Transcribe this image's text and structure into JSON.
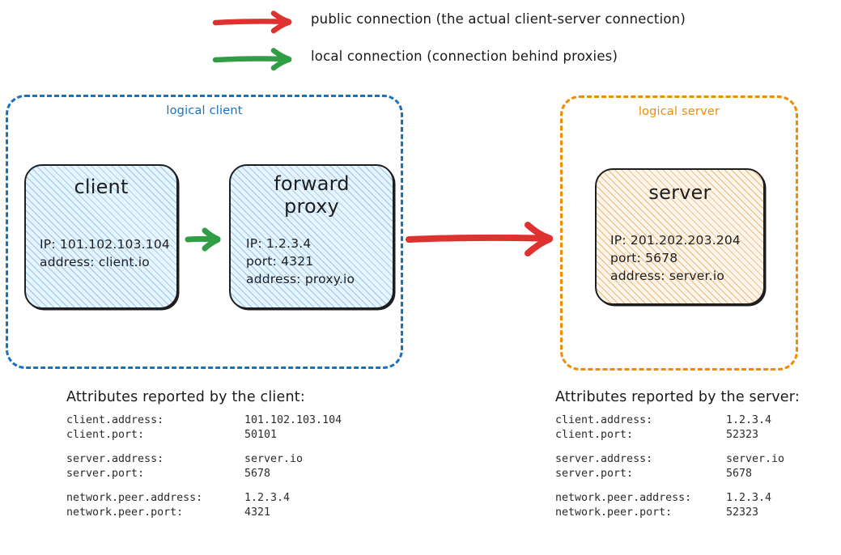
{
  "legend": {
    "rows": [
      {
        "icon": "red-arrow-icon",
        "color": "#e03131",
        "label": "public connection (the actual client-server connection)"
      },
      {
        "icon": "green-arrow-icon",
        "color": "#2f9e44",
        "label": "local connection (connection behind proxies)"
      }
    ]
  },
  "groups": {
    "client": {
      "label": "logical client",
      "color": "#1971c2"
    },
    "server": {
      "label": "logical server",
      "color": "#f08c00"
    }
  },
  "nodes": {
    "client": {
      "title": "client",
      "lines": [
        "IP: 101.102.103.104",
        "address: client.io"
      ],
      "fill": "#e7f5ff"
    },
    "proxy": {
      "title": "forward\nproxy",
      "lines": [
        "IP: 1.2.3.4",
        "port: 4321",
        "address: proxy.io"
      ],
      "fill": "#e7f5ff"
    },
    "server": {
      "title": "server",
      "lines": [
        "IP: 201.202.203.204",
        "port: 5678",
        "address: server.io"
      ],
      "fill": "#fdf6ec"
    }
  },
  "flows": {
    "local": {
      "icon": "green-arrow-icon",
      "color": "#2f9e44"
    },
    "public": {
      "icon": "red-arrow-icon",
      "color": "#e03131"
    }
  },
  "attributes": {
    "client": {
      "heading": "Attributes reported by the client:",
      "rows": [
        {
          "key": "client.address:",
          "value": "101.102.103.104"
        },
        {
          "key": "client.port:",
          "value": "50101"
        },
        {
          "key": "server.address:",
          "value": "server.io"
        },
        {
          "key": "server.port:",
          "value": "5678"
        },
        {
          "key": "network.peer.address:",
          "value": "1.2.3.4"
        },
        {
          "key": "network.peer.port:",
          "value": "4321"
        }
      ]
    },
    "server": {
      "heading": "Attributes reported by the server:",
      "rows": [
        {
          "key": "client.address:",
          "value": "1.2.3.4"
        },
        {
          "key": "client.port:",
          "value": "52323"
        },
        {
          "key": "server.address:",
          "value": "server.io"
        },
        {
          "key": "server.port:",
          "value": "5678"
        },
        {
          "key": "network.peer.address:",
          "value": "1.2.3.4"
        },
        {
          "key": "network.peer.port:",
          "value": "52323"
        }
      ]
    }
  }
}
